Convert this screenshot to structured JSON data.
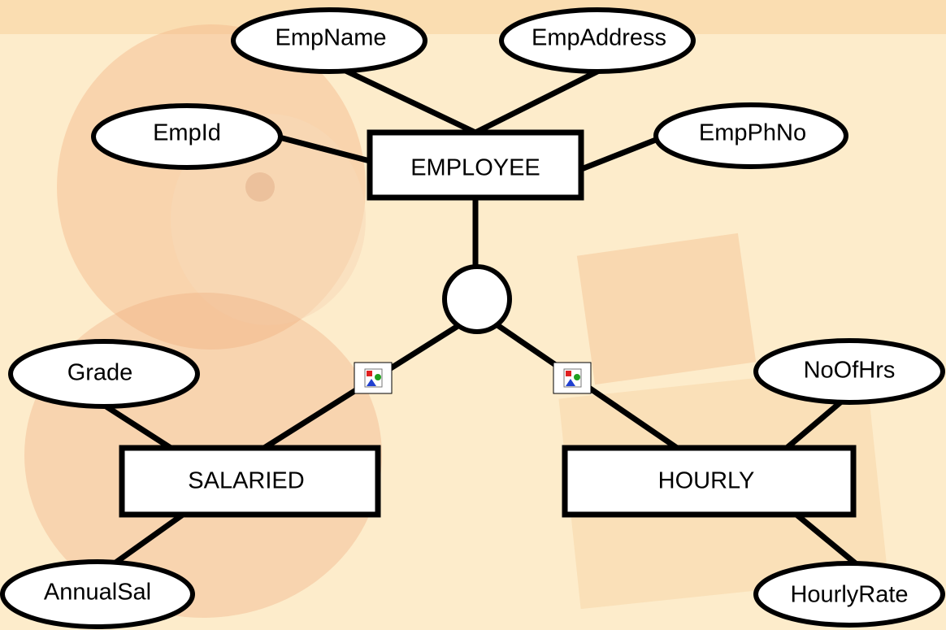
{
  "colors": {
    "background": "#fdeccb",
    "watermark": "#f6c48a",
    "stroke": "#000000",
    "fill": "#ffffff"
  },
  "entities": {
    "employee": "EMPLOYEE",
    "salaried": "SALARIED",
    "hourly": "HOURLY"
  },
  "attributes": {
    "emp_name": "EmpName",
    "emp_address": "EmpAddress",
    "emp_id": "EmpId",
    "emp_ph_no": "EmpPhNo",
    "grade": "Grade",
    "annual_sal": "AnnualSal",
    "no_of_hrs": "NoOfHrs",
    "hourly_rate": "HourlyRate"
  },
  "icons": {
    "left_relationship_icon": "image-placeholder-icon",
    "right_relationship_icon": "image-placeholder-icon"
  }
}
